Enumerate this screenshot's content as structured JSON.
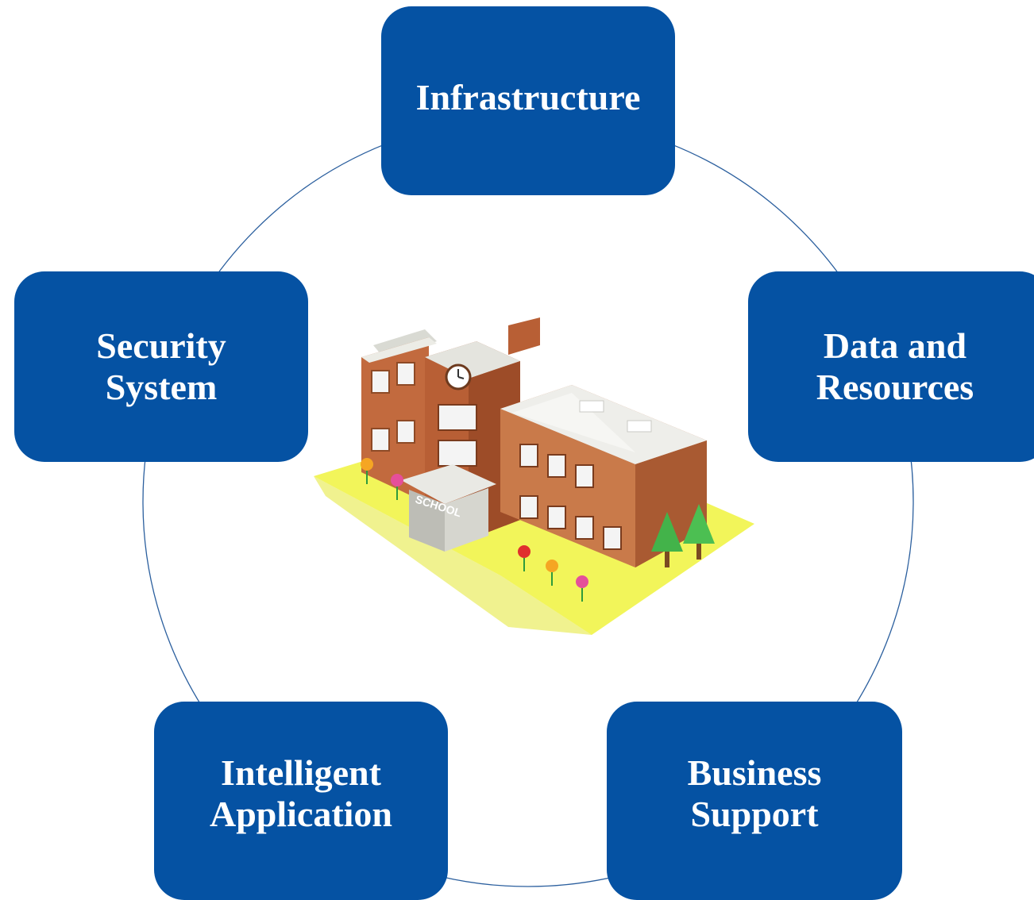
{
  "diagram": {
    "nodes": [
      {
        "id": "infrastructure",
        "label": "Infrastructure"
      },
      {
        "id": "data-resources",
        "label": "Data and\nResources"
      },
      {
        "id": "business-support",
        "label": "Business\nSupport"
      },
      {
        "id": "intelligent-application",
        "label": "Intelligent\nApplication"
      },
      {
        "id": "security-system",
        "label": "Security\nSystem"
      }
    ],
    "center_image": {
      "type": "school-building-illustration",
      "sign_text": "SCHOOL"
    },
    "colors": {
      "node_fill": "#0552a3",
      "node_text": "#ffffff",
      "ring_stroke": "#2b5f9e"
    }
  }
}
